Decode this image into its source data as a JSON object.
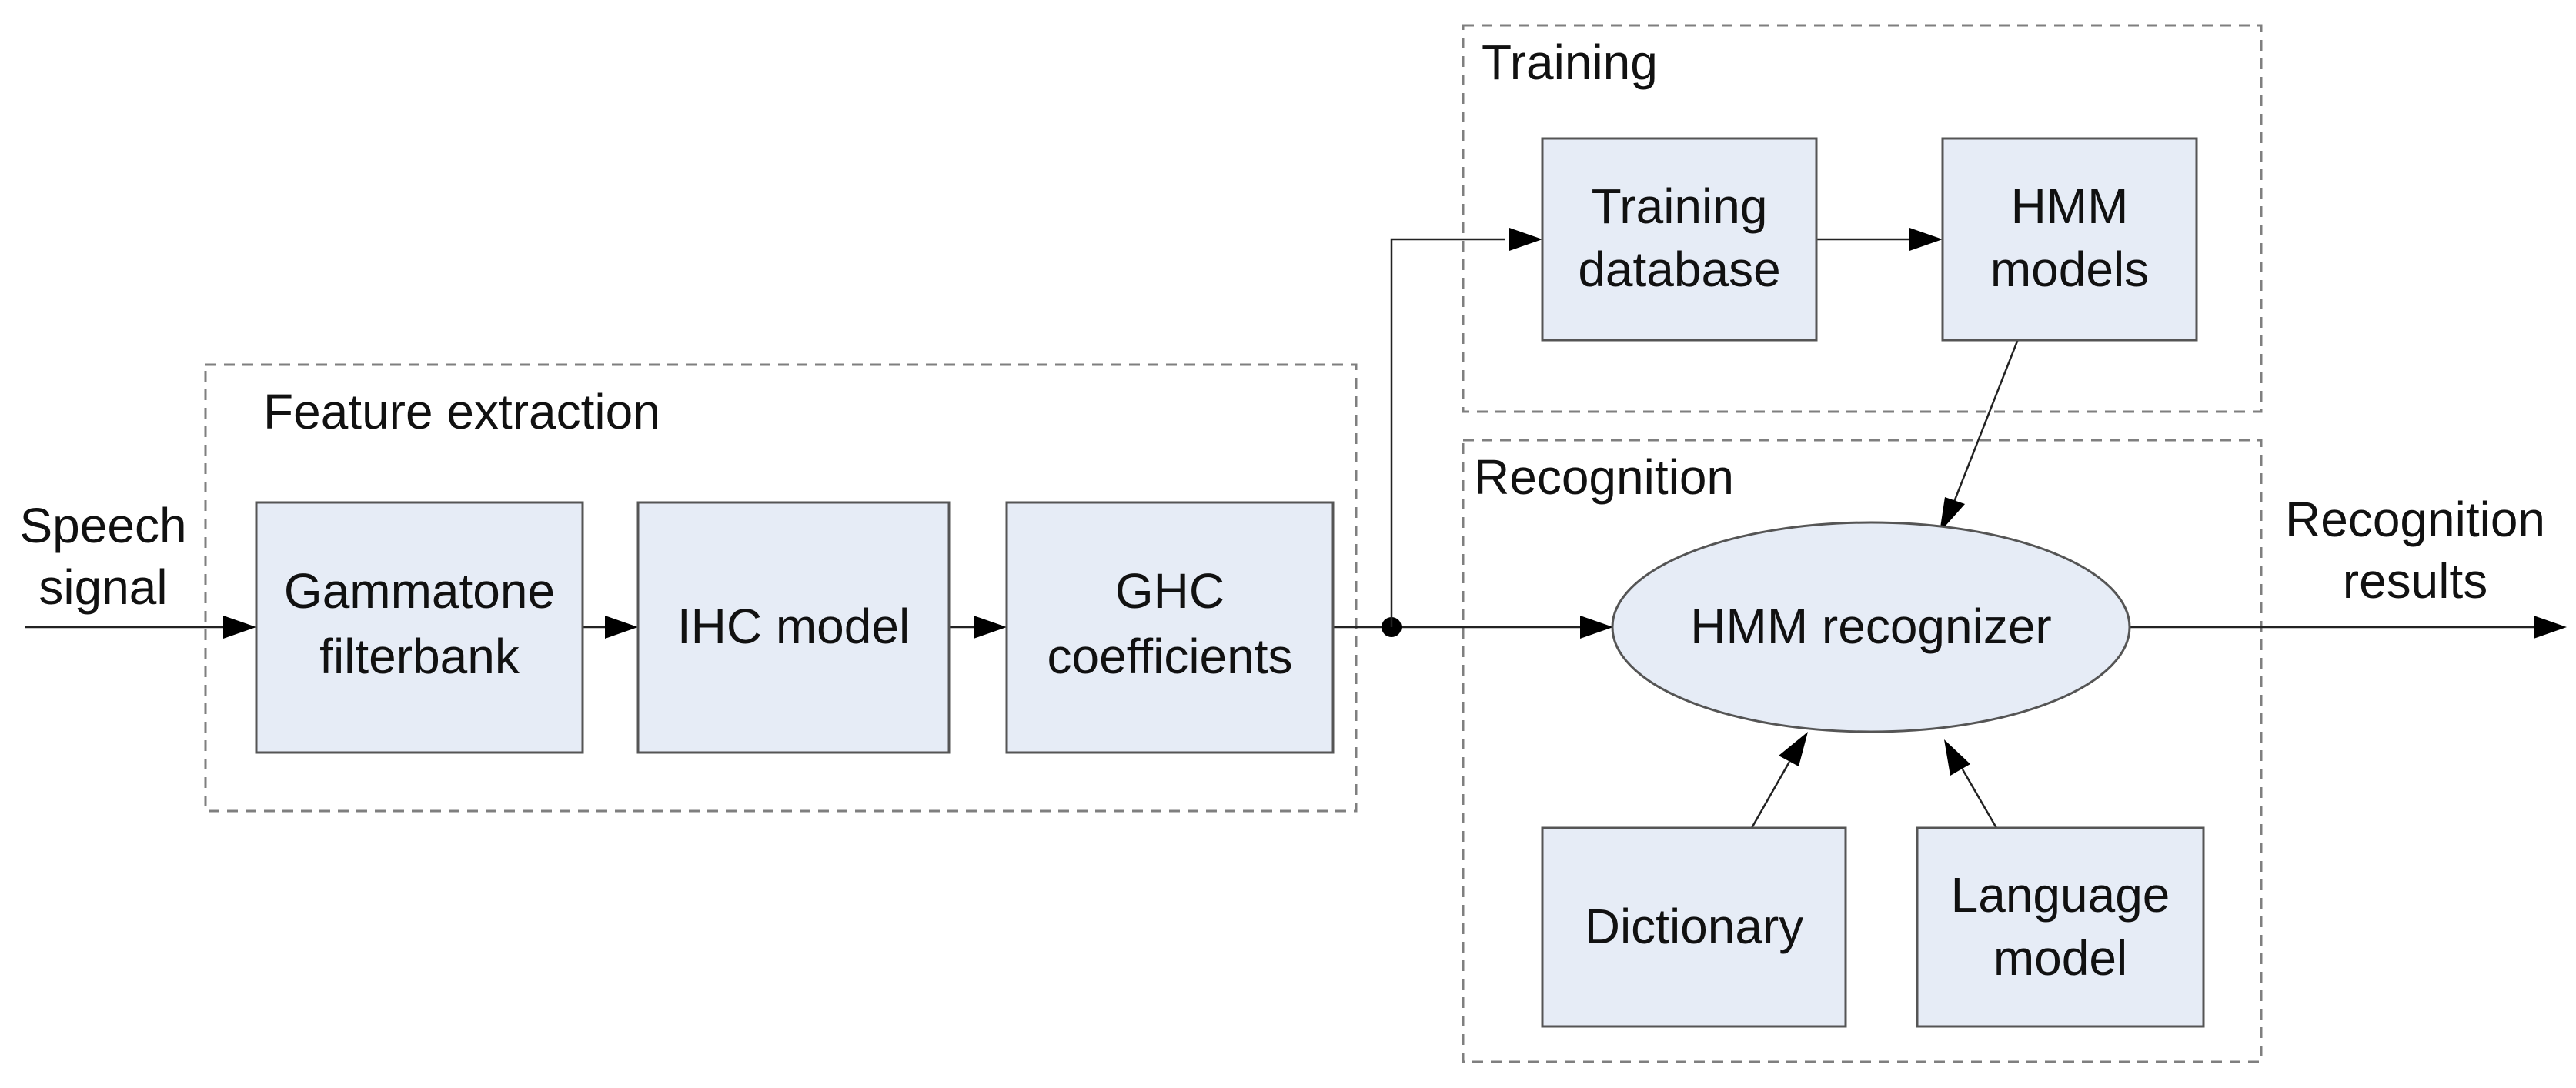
{
  "groups": {
    "feature_extraction": "Feature extraction",
    "training": "Training",
    "recognition": "Recognition"
  },
  "blocks": {
    "gammatone_line1": "Gammatone",
    "gammatone_line2": "filterbank",
    "ihc": "IHC model",
    "ghc_line1": "GHC",
    "ghc_line2": "coefficients",
    "training_db_line1": "Training",
    "training_db_line2": "database",
    "hmm_models_line1": "HMM",
    "hmm_models_line2": "models",
    "hmm_recognizer": "HMM recognizer",
    "dictionary": "Dictionary",
    "language_model_line1": "Language",
    "language_model_line2": "model"
  },
  "io": {
    "input_line1": "Speech",
    "input_line2": "signal",
    "output_line1": "Recognition",
    "output_line2": "results"
  }
}
